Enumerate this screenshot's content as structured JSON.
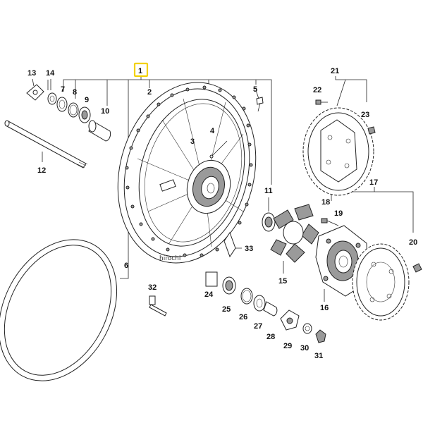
{
  "diagram": {
    "highlight_color": "#f2d100",
    "line_color": "#222222",
    "watermark": "hirochi",
    "callouts": [
      "1",
      "2",
      "3",
      "4",
      "5",
      "6",
      "7",
      "8",
      "9",
      "10",
      "11",
      "12",
      "13",
      "14",
      "15",
      "16",
      "17",
      "18",
      "19",
      "20",
      "21",
      "22",
      "23",
      "24",
      "25",
      "26",
      "27",
      "28",
      "29",
      "30",
      "31",
      "32",
      "33"
    ]
  }
}
